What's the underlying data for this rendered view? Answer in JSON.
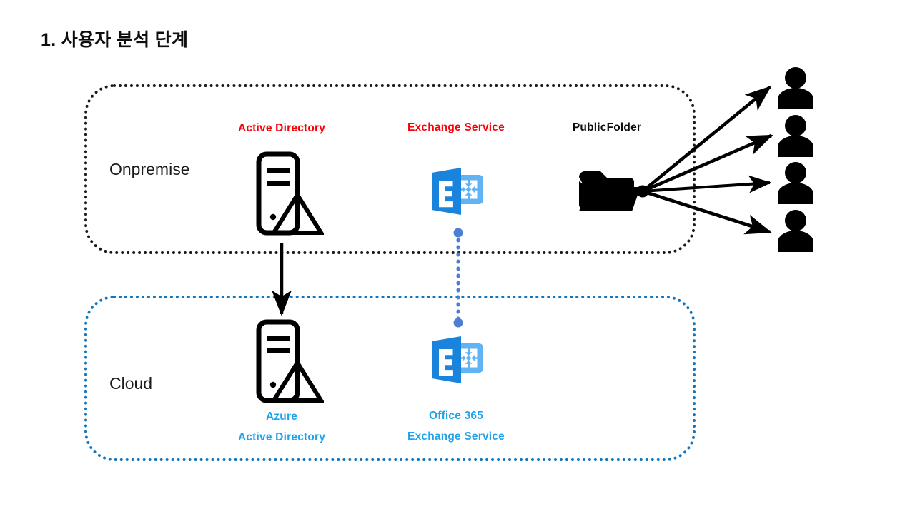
{
  "page": {
    "title": "1. 사용자 분석 단계",
    "background": "#ffffff"
  },
  "colors": {
    "label_red": "#fb0007",
    "label_black": "#0d0d0d",
    "label_blue": "#21a3ec",
    "cloud_border": "#1275bc",
    "onpremise_border": "#1a1a1a",
    "exchange_dark_blue": "#1a84dd",
    "exchange_light_blue": "#60b4f4",
    "connector_blue": "#4a7fd4",
    "arrow_black": "#000000"
  },
  "zones": {
    "onpremise": {
      "label": "Onpremise",
      "border_style": "dotted",
      "border_color": "#1a1a1a"
    },
    "cloud": {
      "label": "Cloud",
      "border_style": "dotted",
      "border_color": "#1275bc"
    }
  },
  "components": {
    "active_directory": {
      "label": "Active Directory",
      "color": "#fb0007",
      "icon": "server-icon",
      "zone": "onpremise"
    },
    "exchange_service": {
      "label": "Exchange Service",
      "color": "#fb0007",
      "icon": "exchange-logo-icon",
      "zone": "onpremise"
    },
    "public_folder": {
      "label": "PublicFolder",
      "color": "#0d0d0d",
      "icon": "folder-icon",
      "zone": "onpremise"
    },
    "azure_ad": {
      "label_line1": "Azure",
      "label_line2": "Active Directory",
      "color": "#21a3ec",
      "icon": "server-icon",
      "zone": "cloud"
    },
    "o365_exchange": {
      "label_line1": "Office 365",
      "label_line2": "Exchange Service",
      "color": "#21a3ec",
      "icon": "exchange-logo-icon",
      "zone": "cloud"
    }
  },
  "users": {
    "count": 4,
    "icon": "user-icon",
    "color": "#000000"
  },
  "connectors": [
    {
      "name": "ad-to-azure-ad",
      "from": "active_directory",
      "to": "azure_ad",
      "style": "solid",
      "color": "#000000",
      "arrow": "end"
    },
    {
      "name": "exchange-to-o365-exchange",
      "from": "exchange_service",
      "to": "o365_exchange",
      "style": "dotted",
      "color": "#4a7fd4",
      "arrow": "none",
      "endpoints": "round-dots"
    },
    {
      "name": "publicfolder-to-user-1",
      "from": "public_folder",
      "to": "user-1",
      "style": "solid",
      "color": "#000000",
      "arrow": "end"
    },
    {
      "name": "publicfolder-to-user-2",
      "from": "public_folder",
      "to": "user-2",
      "style": "solid",
      "color": "#000000",
      "arrow": "end"
    },
    {
      "name": "publicfolder-to-user-3",
      "from": "public_folder",
      "to": "user-3",
      "style": "solid",
      "color": "#000000",
      "arrow": "end"
    },
    {
      "name": "publicfolder-to-user-4",
      "from": "public_folder",
      "to": "user-4",
      "style": "solid",
      "color": "#000000",
      "arrow": "end"
    }
  ]
}
